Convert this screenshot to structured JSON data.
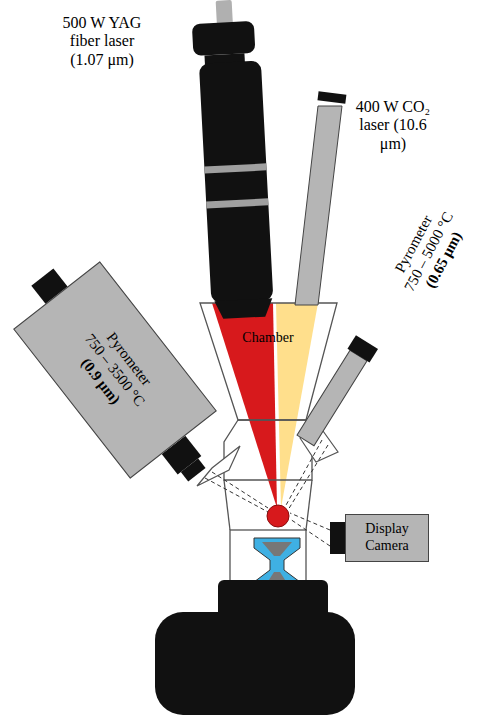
{
  "diagram": {
    "nodes": [
      {
        "text": [
          "Pyrometer",
          "750 – 3500 °C",
          "(0.9 μm)"
        ]
      },
      {
        "text": [
          "Display Camera"
        ]
      }
    ],
    "labels": [
      "500 W YAG fiber laser (1.07 μm)",
      "400 W CO₂ laser (10.6 μm)",
      "Chamber",
      "Pyrometer",
      "750 – 5000 °C",
      "(0.65 μm)"
    ]
  }
}
